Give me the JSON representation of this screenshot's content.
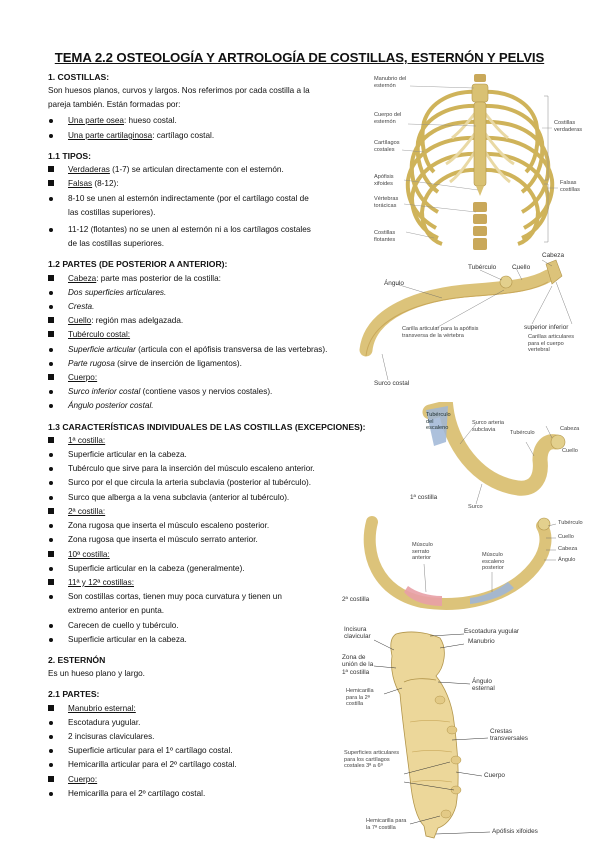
{
  "title": "TEMA 2.2 OSTEOLOGÍA Y ARTROLOGÍA DE COSTILLAS, ESTERNÓN Y PELVIS",
  "sec1": {
    "heading": "1. COSTILLAS:",
    "intro1": "Son huesos planos, curvos y largos. Nos referimos por cada costilla a la",
    "intro2": "pareja también. Están formadas por:",
    "b1_u": "Una parte osea",
    "b1_t": ": hueso costal.",
    "b2_u": "Una parte cartilaginosa",
    "b2_t": ": cartílago costal."
  },
  "sec11": {
    "heading": "1.1 TIPOS:",
    "v_u": "Verdaderas",
    "v_t": " (1-7) se articulan directamente con el esternón.",
    "f_u": "Falsas",
    "f_t": " (8-12):",
    "f1_a": "8-10 se unen al esternón indirectamente (por el cartílago costal de",
    "f1_b": "las costillas superiores).",
    "f2_a": "11-12 (flotantes) no se unen al esternón ni a los cartílagos costales",
    "f2_b": "de las costillas superiores."
  },
  "sec12": {
    "heading": "1.2 PARTES (DE POSTERIOR A ANTERIOR):",
    "cabeza_u": "Cabeza",
    "cabeza_t": ": parte mas posterior de la costilla:",
    "c1": "Dos superficies articulares.",
    "c2": "Cresta.",
    "cuello_u": "Cuello",
    "cuello_t": ": región mas adelgazada.",
    "tub_u": "Tubérculo costal:",
    "t1_i": "Superficie articular",
    "t1_t": " (articula con el apófisis transversa de las vertebras).",
    "t2_i": "Parte rugosa",
    "t2_t": " (sirve de inserción de ligamentos).",
    "cuerpo_u": "Cuerpo:",
    "cu1_i": "Surco inferior costal",
    "cu1_t": " (contiene vasos y nervios costales).",
    "cu2": "Ángulo posterior costal."
  },
  "sec13": {
    "heading": "1.3 CARACTERÍSTICAS INDIVIDUALES DE LAS COSTILLAS (EXCEPCIONES):",
    "r1_u": "1ª costilla:",
    "r1a": "Superficie articular en la cabeza.",
    "r1b": "Tubérculo que sirve para la inserción del músculo escaleno anterior.",
    "r1c": "Surco por el que circula la arteria subclavia (posterior al tubérculo).",
    "r1d": "Surco que alberga a la vena subclavia (anterior al tubérculo).",
    "r2_u": "2ª costilla:",
    "r2a": "Zona rugosa que inserta el músculo escaleno posterior.",
    "r2b": "Zona rugosa que inserta el músculo serrato anterior.",
    "r10_u": "10ª costilla:",
    "r10a": "Superficie articular en la cabeza (generalmente).",
    "r11_u": "11ª y 12ª costillas:",
    "r11a": "Son costillas cortas, tienen muy poca curvatura y tienen un",
    "r11a2": "extremo anterior en punta.",
    "r11b": "Carecen de cuello y tubérculo.",
    "r11c": "Superficie articular en la cabeza."
  },
  "sec2": {
    "heading": "2. ESTERNÓN",
    "intro": "Es un hueso plano y largo."
  },
  "sec21": {
    "heading": "2.1 PARTES:",
    "man_u": "Manubrio esternal:",
    "m1": "Escotadura yugular.",
    "m2": "2 incisuras claviculares.",
    "m3": "Superficie articular para el 1º cartílago costal.",
    "m4": "Hemicarilla articular para el 2º cartílago costal.",
    "cu_u": "Cuerpo:",
    "cu1": "Hemicarilla para el 2º cartílago costal."
  },
  "fig1": {
    "manubrio": "Manubrio del esternón",
    "cuerpo": "Cuerpo del esternón",
    "cartilagos": "Cartílagos costales",
    "apofisis": "Apófisis xifoides",
    "vertebras": "Vértebras torácicas",
    "flotantes": "Costillas flotantes",
    "verdaderas": "Costillas verdaderas",
    "falsas": "Falsas costillas"
  },
  "fig2": {
    "cabeza": "Cabeza",
    "tuberculo": "Tubérculo",
    "cuello": "Cuello",
    "angulo": "Ángulo",
    "carilla": "Carilla articular para la apófisis transversa de la vértebra",
    "superior": "superior inferior",
    "carillas": "Carillas articulares para el cuerpo vertebral",
    "surco": "Surco costal"
  },
  "fig3": {
    "tuberculo_escaleno": "Tubérculo del escaleno",
    "surco_arteria": "Surco arteria subclavia",
    "tuberculo": "Tubérculo",
    "cabeza": "Cabeza",
    "cuello": "Cuello",
    "primera": "1ª costilla",
    "surco_vena": "Surco"
  },
  "fig4": {
    "musculo_ant": "Músculo serrato anterior",
    "musculo_post": "Músculo escaleno posterior",
    "tuberculo": "Tubérculo",
    "cuello": "Cuello",
    "cabeza": "Cabeza",
    "angulo": "Ángulo",
    "segunda": "2ª costilla"
  },
  "fig5": {
    "incisura": "Incisura clavicular",
    "escotadura": "Escotadura yugular",
    "manubrio": "Manubrio",
    "zona": "Zona de unión de la 1ª costilla",
    "hemicarilla2": "Hemicarilla para la 2ª costilla",
    "angulo": "Ángulo esternal",
    "crestas": "Crestas transversales",
    "superficies": "Superficies articulares para los cartílagos costales 3ª a 6ª",
    "cuerpo": "Cuerpo",
    "hemicarilla7": "Hemicarilla para la 7ª costilla",
    "xifoides": "Apófisis xifoides"
  }
}
